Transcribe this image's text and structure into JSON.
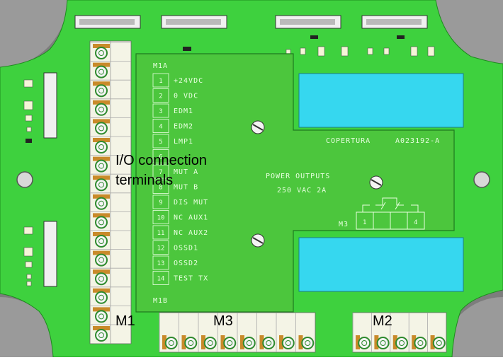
{
  "callouts": {
    "io_line1": "I/O connection",
    "io_line2": "terminals",
    "m1": "M1",
    "m2": "M2",
    "m3": "M3"
  },
  "cover": {
    "m1a": "M1A",
    "m1b": "M1B",
    "copertura": "COPERTURA",
    "part_code": "A023192-A",
    "power_line1": "POWER OUTPUTS",
    "power_line2": "250 VAC 2A",
    "m3_label": "M3",
    "m3_pin_first": "1",
    "m3_pin_last": "4",
    "terminals": [
      {
        "num": "1",
        "label": "+24VDC"
      },
      {
        "num": "2",
        "label": "0 VDC"
      },
      {
        "num": "3",
        "label": "EDM1"
      },
      {
        "num": "4",
        "label": "EDM2"
      },
      {
        "num": "5",
        "label": "LMP1"
      },
      {
        "num": "6",
        "label": ""
      },
      {
        "num": "7",
        "label": "MUT A"
      },
      {
        "num": "8",
        "label": "MUT B"
      },
      {
        "num": "9",
        "label": "DIS MUT"
      },
      {
        "num": "10",
        "label": "NC AUX1"
      },
      {
        "num": "11",
        "label": "NC AUX2"
      },
      {
        "num": "12",
        "label": "OSSD1"
      },
      {
        "num": "13",
        "label": "OSSD2"
      },
      {
        "num": "14",
        "label": "TEST TX"
      }
    ]
  },
  "colors": {
    "pcb_green": "#3ed13e",
    "cover_green": "#4cc63d",
    "relay_cyan": "#36d7ef",
    "enclosure_grey": "#7d7d7d",
    "terminal_fill": "#f4f4e6"
  }
}
